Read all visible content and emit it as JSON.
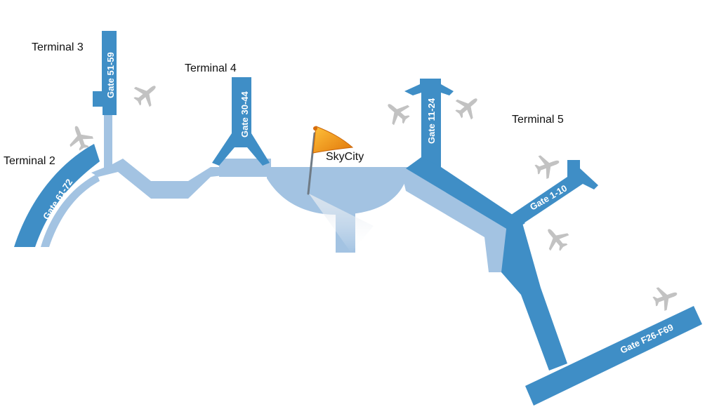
{
  "terminals": [
    {
      "id": "t3",
      "label": "Terminal 3"
    },
    {
      "id": "t4",
      "label": "Terminal 4"
    },
    {
      "id": "t2",
      "label": "Terminal 2"
    },
    {
      "id": "t5",
      "label": "Terminal 5"
    }
  ],
  "gates": [
    {
      "id": "g51",
      "label": "Gate 51-59"
    },
    {
      "id": "g30",
      "label": "Gate 30-44"
    },
    {
      "id": "g61",
      "label": "Gate 61-72"
    },
    {
      "id": "g11",
      "label": "Gate 11-24"
    },
    {
      "id": "g1",
      "label": "Gate 1-10"
    },
    {
      "id": "gf",
      "label": "Gate F26-F69"
    }
  ],
  "poi": {
    "label": "SkyCity",
    "icon": "flag-pin-icon"
  },
  "aircraft_icon": "airplane-icon",
  "colors": {
    "gate_concourse": "#3f8ec6",
    "connector": "#a3c3e2",
    "flag": "#f39a1b",
    "airplane": "#c2c2c2",
    "label_text": "#111111",
    "gate_text": "#ffffff"
  }
}
